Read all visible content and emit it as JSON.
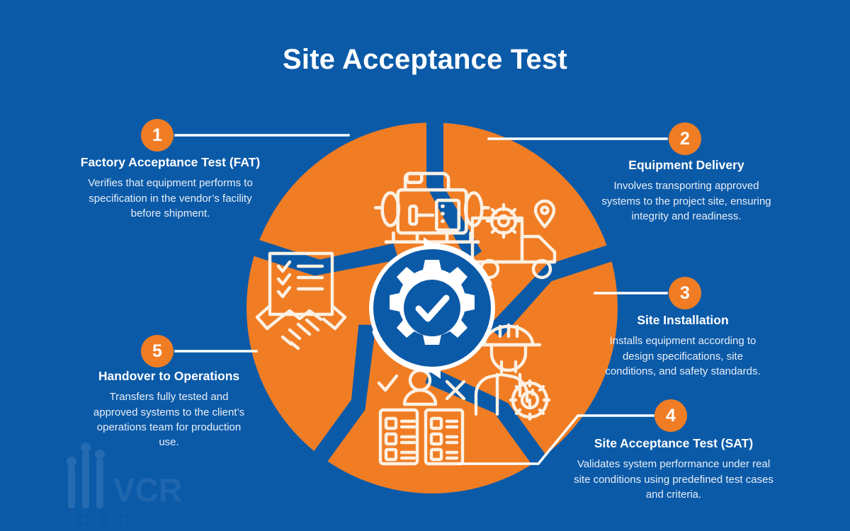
{
  "title": "Site Acceptance Test",
  "colors": {
    "background": "#0b5aa8",
    "accent_orange": "#f07d24",
    "text_white": "#ffffff",
    "body_text": "#e8eef6"
  },
  "watermark": {
    "text": "VCR"
  },
  "center": {
    "icon": "gear-check-icon",
    "cycle_arrows": "circular-arrows-icon"
  },
  "steps": [
    {
      "number": "1",
      "heading": "Factory Acceptance Test (FAT)",
      "body": "Verifies that equipment performs to specification in the vendor’s facility before shipment.",
      "icon": "factory-machine-icon"
    },
    {
      "number": "2",
      "heading": "Equipment Delivery",
      "body": "Involves transporting approved systems to the project site, ensuring integrity and readiness.",
      "icon": "delivery-truck-icon"
    },
    {
      "number": "3",
      "heading": "Site Installation",
      "body": "Installs equipment according to design specifications, site conditions, and safety standards.",
      "icon": "construction-worker-icon"
    },
    {
      "number": "4",
      "heading": "Site Acceptance Test (SAT)",
      "body": "Validates system performance under real site conditions using predefined test cases and criteria.",
      "icon": "checklist-approval-icon"
    },
    {
      "number": "5",
      "heading": "Handover to Operations",
      "body": "Transfers fully tested and approved systems to the client’s operations team for production use.",
      "icon": "handshake-document-icon"
    }
  ],
  "chart_data": {
    "type": "pie",
    "title": "Site Acceptance Test",
    "categories": [
      "Factory Acceptance Test (FAT)",
      "Equipment Delivery",
      "Site Installation",
      "Site Acceptance Test (SAT)",
      "Handover to Operations"
    ],
    "values": [
      20,
      20,
      20,
      20,
      20
    ],
    "legend": "inline-callouts",
    "grid": false
  }
}
